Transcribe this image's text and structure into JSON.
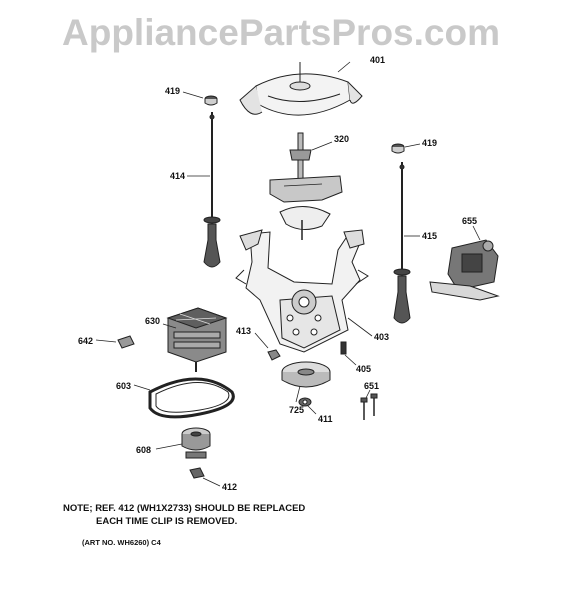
{
  "watermark": "AppliancePartsPros.com",
  "callouts": {
    "p401": "401",
    "p419a": "419",
    "p320": "320",
    "p419b": "419",
    "p414": "414",
    "p655": "655",
    "p415": "415",
    "p630": "630",
    "p413": "413",
    "p403": "403",
    "p642": "642",
    "p405": "405",
    "p651": "651",
    "p603": "603",
    "p725": "725",
    "p411": "411",
    "p608": "608",
    "p412": "412"
  },
  "note": {
    "line1": "NOTE; REF. 412 (WH1X2733) SHOULD BE REPLACED",
    "line2": "EACH TIME CLIP IS REMOVED."
  },
  "art_no": "(ART NO. WH6260) C4"
}
